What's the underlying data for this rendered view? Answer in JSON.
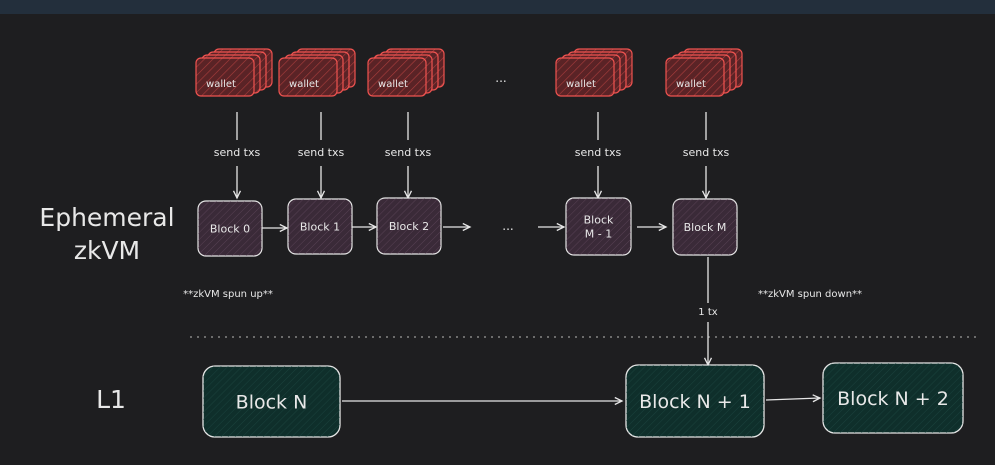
{
  "colors": {
    "background": "#1e1e20",
    "top_bar": "#232f3c",
    "wallet_stroke": "#ef5350",
    "wallet_fill": "#5a2326",
    "zk_block_fill": "#3a2a38",
    "l1_block_fill": "#0f2f2b",
    "stroke": "#e6e6e6",
    "text": "#e8e8e8"
  },
  "labels": {
    "ephemeral_line1": "Ephemeral",
    "ephemeral_line2": "zkVM",
    "l1": "L1",
    "spun_up": "**zkVM spun up**",
    "spun_down": "**zkVM spun down**",
    "one_tx": "1 tx",
    "ellipsis_top": "...",
    "ellipsis_mid": "..."
  },
  "wallets": [
    {
      "label": "wallet",
      "send": "send txs"
    },
    {
      "label": "wallet",
      "send": "send txs"
    },
    {
      "label": "wallet",
      "send": "send txs"
    },
    {
      "label": "wallet",
      "send": "send txs"
    },
    {
      "label": "wallet",
      "send": "send txs"
    }
  ],
  "zk_blocks": [
    {
      "label": [
        "Block 0"
      ]
    },
    {
      "label": [
        "Block 1"
      ]
    },
    {
      "label": [
        "Block 2"
      ]
    },
    {
      "label": [
        "Block",
        "M - 1"
      ]
    },
    {
      "label": [
        "Block M"
      ]
    }
  ],
  "l1_blocks": [
    {
      "label": "Block N"
    },
    {
      "label": "Block N + 1"
    },
    {
      "label": "Block N + 2"
    }
  ]
}
